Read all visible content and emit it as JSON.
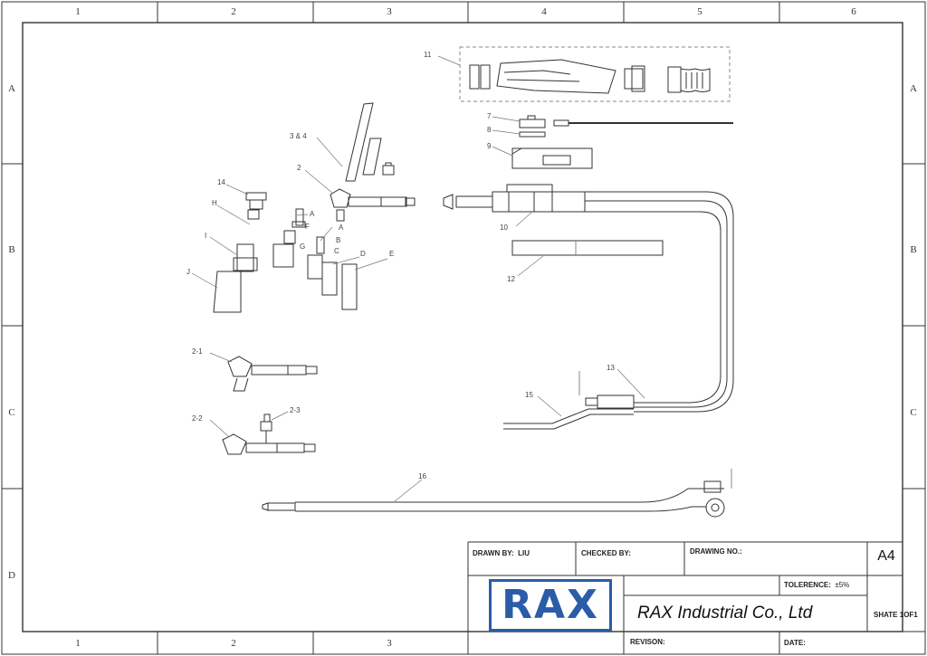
{
  "zones": {
    "columns_top": [
      "1",
      "2",
      "3",
      "4",
      "5",
      "6"
    ],
    "columns_bottom": [
      "1",
      "2",
      "3"
    ],
    "rows": [
      "A",
      "B",
      "C",
      "D"
    ]
  },
  "title_block": {
    "drawn_by_label": "DRAWN BY:",
    "drawn_by_value": "LIU",
    "checked_by_label": "CHECKED BY:",
    "drawing_no_label": "DRAWING NO.:",
    "size": "A4",
    "tolerance_label": "TOLERENCE:",
    "tolerance_value": "±5%",
    "company": "RAX Industrial Co., Ltd",
    "sheet": "SHATE 1OF1",
    "revision_label": "REVISON:",
    "date_label": "DATE:",
    "logo_text": "RAX"
  },
  "callouts": {
    "c11": "11",
    "c7": "7",
    "c8": "8",
    "c9": "9",
    "c3_4": "3 & 4",
    "c2": "2",
    "c14": "14",
    "cH": "H",
    "cI": "I",
    "cJ": "J",
    "cA1": "A",
    "cA2": "A",
    "cF": "F",
    "cG": "G",
    "cB": "B",
    "cC": "C",
    "cD": "D",
    "cE": "E",
    "c10": "10",
    "c12": "12",
    "c13": "13",
    "c15": "15",
    "c2_1": "2-1",
    "c2_2": "2-2",
    "c2_3": "2-3",
    "c16": "16"
  },
  "colors": {
    "line": "#333333",
    "logo_blue": "#2a5ca8"
  }
}
